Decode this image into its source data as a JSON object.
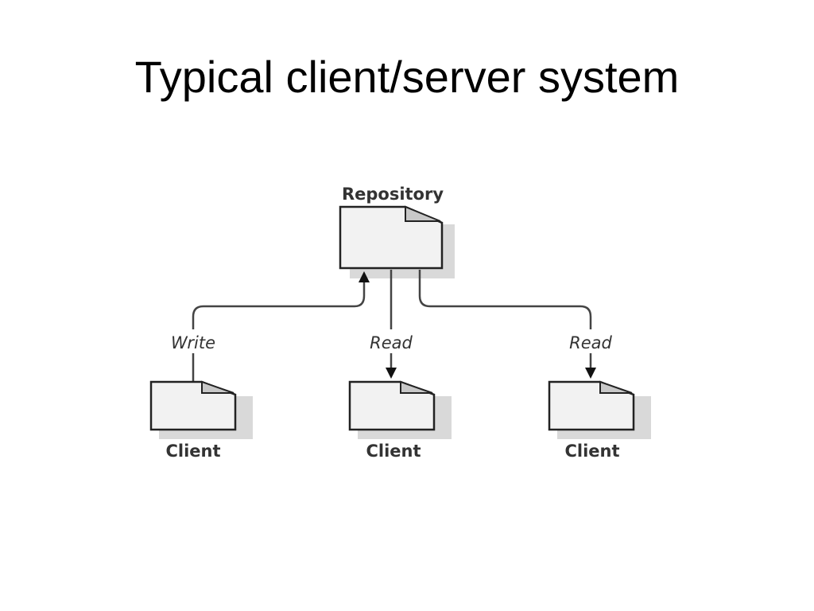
{
  "slide": {
    "title": "Typical client/server system"
  },
  "diagram": {
    "repository": {
      "label": "Repository"
    },
    "clients": [
      {
        "label": "Client",
        "operation": "Write"
      },
      {
        "label": "Client",
        "operation": "Read"
      },
      {
        "label": "Client",
        "operation": "Read"
      }
    ],
    "colors": {
      "document_fill": "#f2f2f2",
      "document_fold": "#c8c8c8",
      "line": "#444444"
    }
  }
}
